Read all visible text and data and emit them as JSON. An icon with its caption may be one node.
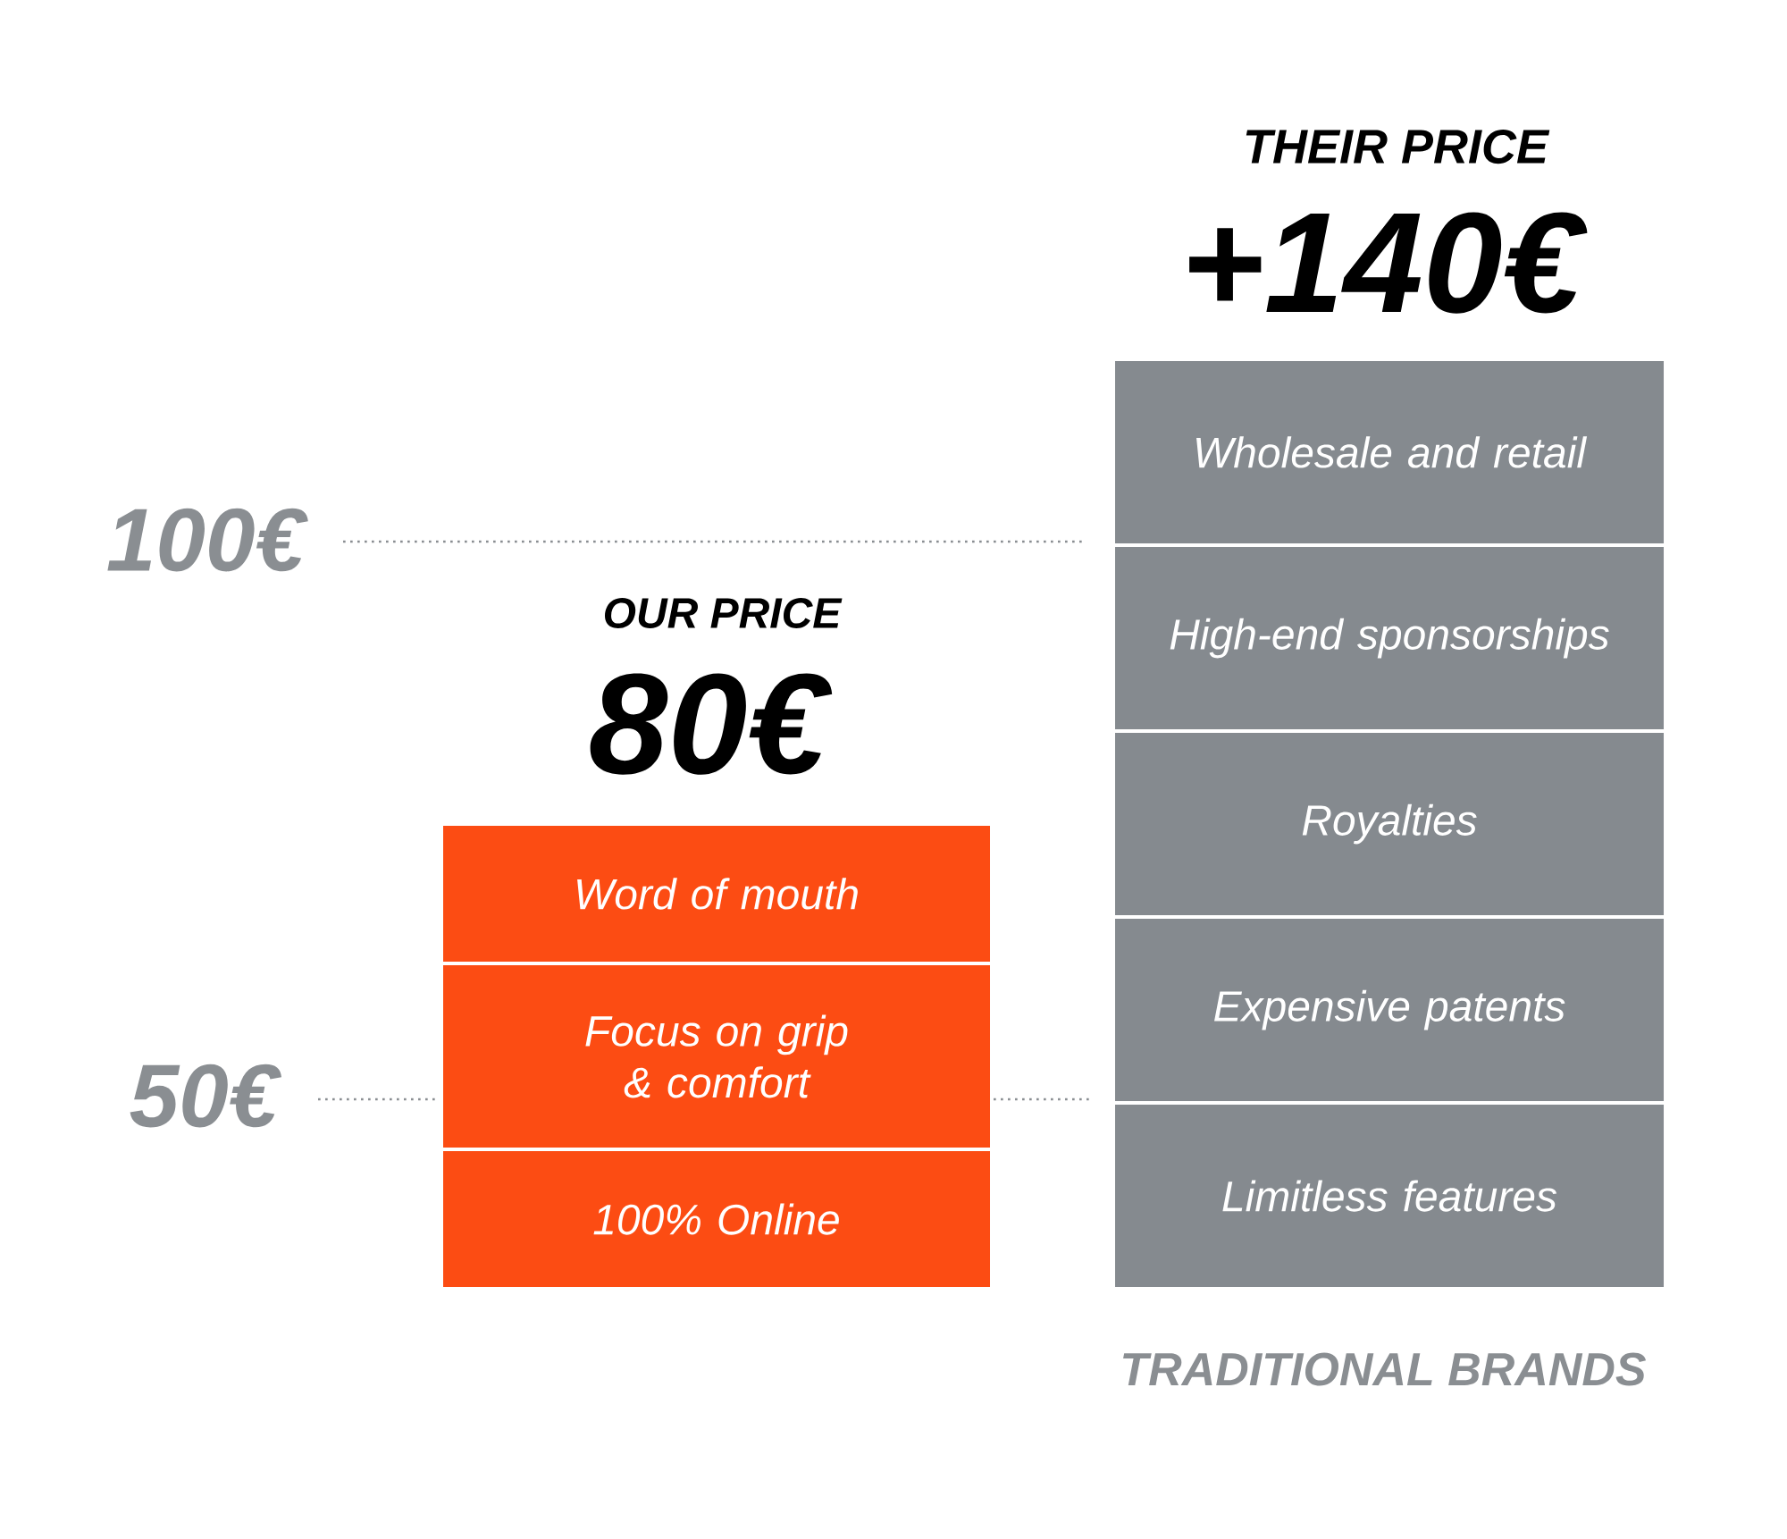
{
  "diagram": {
    "nodes": [
      {
        "text": [
          "Word of mouth"
        ]
      },
      {
        "text": [
          "Focus on grip & comfort"
        ]
      },
      {
        "text": [
          "100% Online"
        ]
      },
      {
        "text": [
          "Wholesale and retail"
        ]
      },
      {
        "text": [
          "High-end  sponsorships"
        ]
      },
      {
        "text": [
          "Royalties"
        ]
      },
      {
        "text": [
          "Expensive patents"
        ]
      },
      {
        "text": [
          "Limitless features"
        ]
      }
    ],
    "labels": [
      "THEIR PRICE",
      "+140€",
      "100€",
      "OUR PRICE",
      "80€",
      "50€",
      "TRADITIONAL BRANDS"
    ]
  }
}
